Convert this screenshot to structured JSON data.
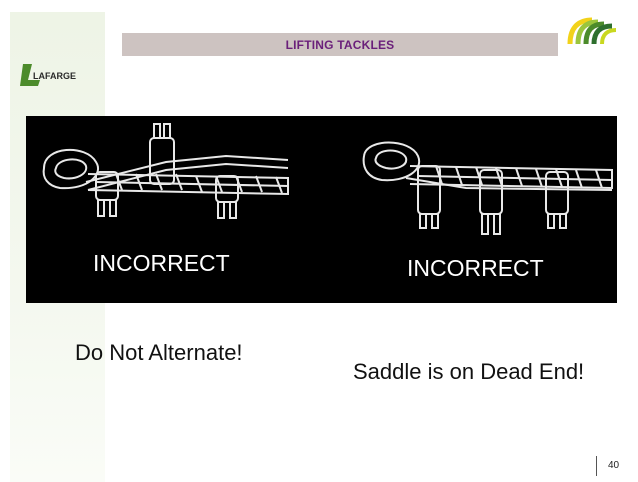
{
  "header": {
    "title": "LIFTING TACKLES",
    "logo_text": "LAFARGE",
    "brand_color": "#6a1f7a",
    "accent_green": "#4c8b2b"
  },
  "panel": {
    "left_label": "INCORRECT",
    "right_label": "INCORRECT"
  },
  "captions": {
    "left": "Do Not Alternate!",
    "right": "Saddle is on Dead End!"
  },
  "footer": {
    "page_number": "40"
  }
}
